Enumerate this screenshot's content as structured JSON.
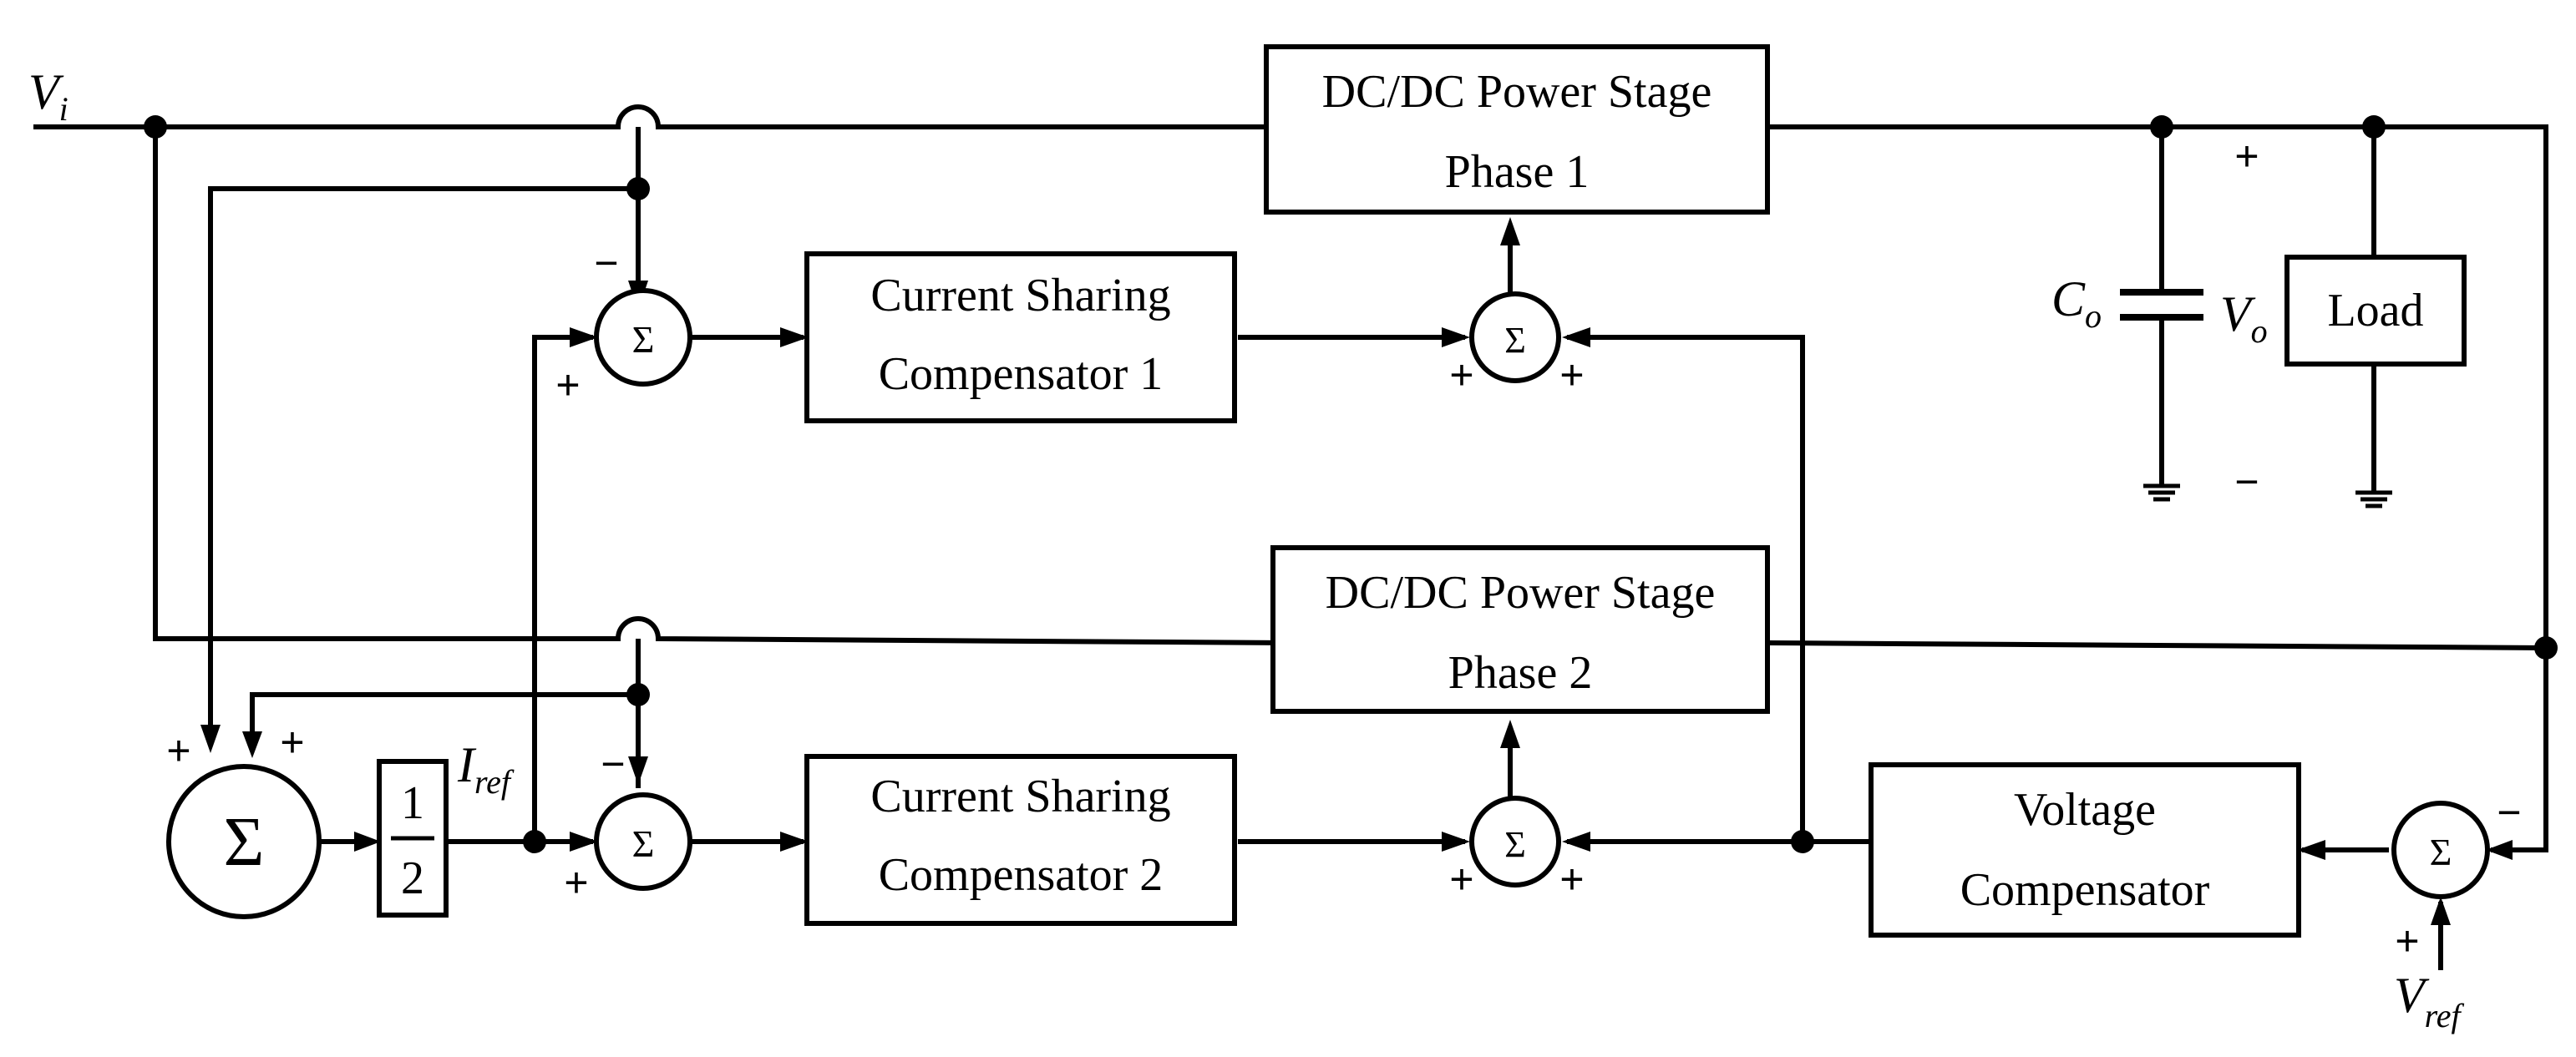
{
  "signals": {
    "vi": "V",
    "vi_sub": "i",
    "co": "C",
    "co_sub": "o",
    "vo": "V",
    "vo_sub": "o",
    "iref": "I",
    "iref_sub": "ref",
    "vref": "V",
    "vref_sub": "ref"
  },
  "blocks": {
    "power_stage_1": [
      "DC/DC Power Stage",
      "Phase 1"
    ],
    "power_stage_2": [
      "DC/DC Power Stage",
      "Phase 2"
    ],
    "current_sharing_1": [
      "Current Sharing",
      "Compensator 1"
    ],
    "current_sharing_2": [
      "Current Sharing",
      "Compensator 2"
    ],
    "voltage_compensator": [
      "Voltage",
      "Compensator"
    ],
    "load": "Load",
    "half_num": "1",
    "half_den": "2"
  },
  "symbols": {
    "sigma": "Σ",
    "plus": "+",
    "minus": "−"
  }
}
